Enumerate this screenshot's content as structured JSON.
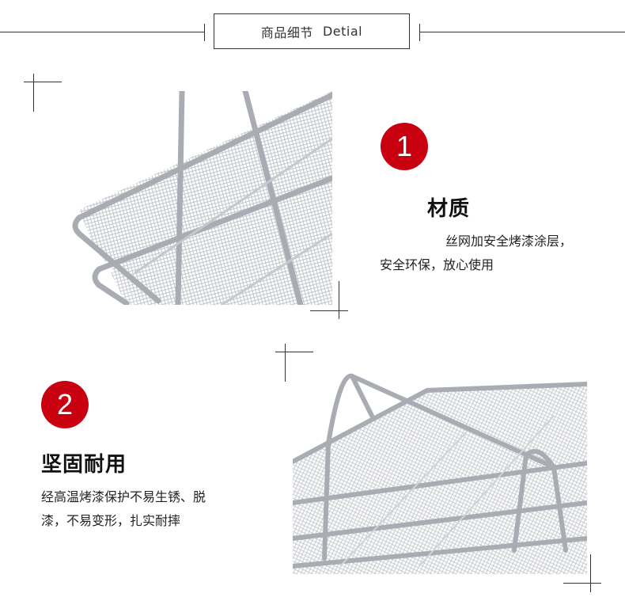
{
  "header": {
    "title_cn": "商品细节",
    "title_en": "Detial"
  },
  "sections": [
    {
      "number": "1",
      "title": "材质",
      "desc_line1": "丝网加安全烤漆涂层，",
      "desc_line2": "安全环保，放心使用"
    },
    {
      "number": "2",
      "title": "坚固耐用",
      "desc_line1": "经高温烤漆保护不易生锈、脱",
      "desc_line2": "漆，不易变形，扎实耐摔"
    }
  ],
  "colors": {
    "badge": "#c8000f",
    "line": "#333333",
    "metal": "#a9adb3"
  }
}
